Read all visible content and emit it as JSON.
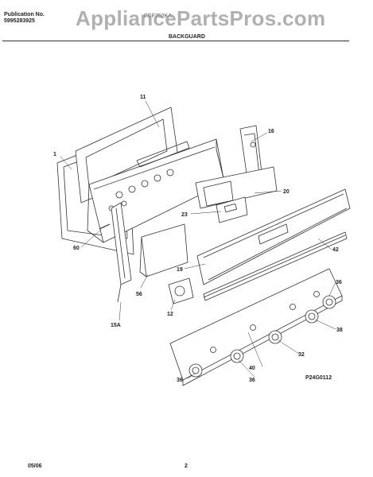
{
  "header": {
    "publication_label": "Publication No.",
    "publication_number": "5995283925",
    "model": "FGF352KA"
  },
  "watermark": "AppliancePartsPros.com",
  "section_title": "BACKGUARD",
  "parts": [
    {
      "ref": "1"
    },
    {
      "ref": "11"
    },
    {
      "ref": "16"
    },
    {
      "ref": "20"
    },
    {
      "ref": "23"
    },
    {
      "ref": "42"
    },
    {
      "ref": "60"
    },
    {
      "ref": "19"
    },
    {
      "ref": "36"
    },
    {
      "ref": "56"
    },
    {
      "ref": "12"
    },
    {
      "ref": "38"
    },
    {
      "ref": "15A"
    },
    {
      "ref": "32"
    },
    {
      "ref": "40"
    },
    {
      "ref": "36"
    },
    {
      "ref": "36"
    }
  ],
  "diagram_code": "P24G0112",
  "footer": {
    "date": "05/06",
    "page": "2"
  }
}
